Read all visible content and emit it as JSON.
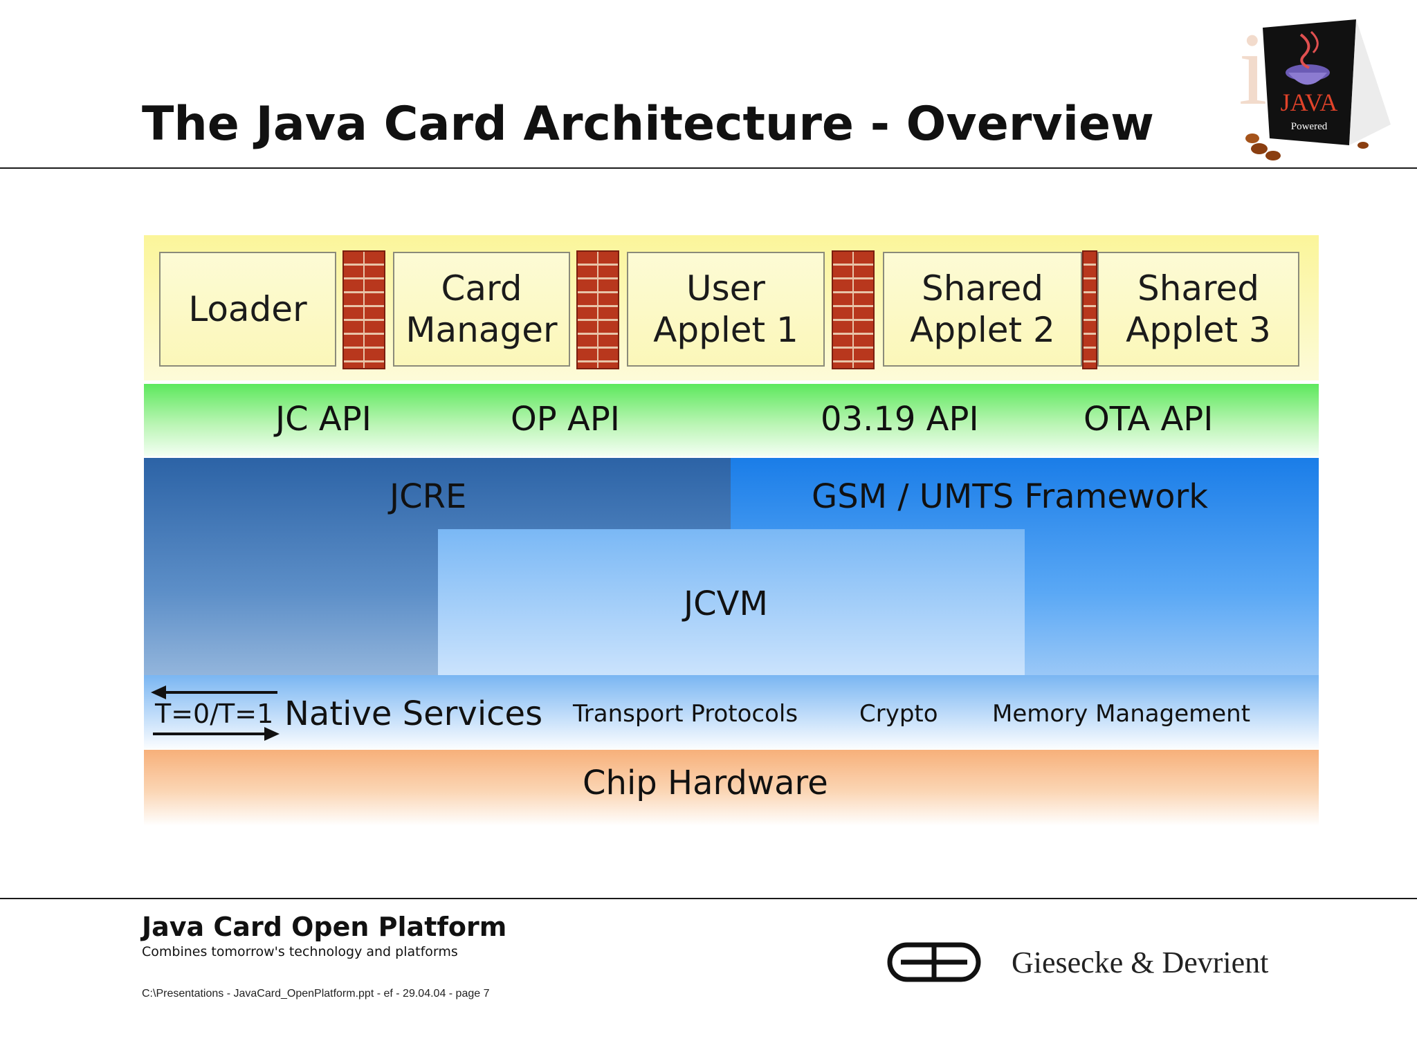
{
  "header": {
    "title": "The Java Card Architecture - Overview",
    "logo_text_main": "JAVA",
    "logo_text_sub": "Powered"
  },
  "diagram": {
    "applets": [
      "Loader",
      "Card\nManager",
      "User\nApplet 1",
      "Shared\nApplet 2",
      "Shared\nApplet 3"
    ],
    "apis": [
      "JC API",
      "OP API",
      "03.19 API",
      "OTA API"
    ],
    "runtime": {
      "jcre": "JCRE",
      "gsm": "GSM / UMTS Framework",
      "jcvm": "JCVM"
    },
    "native": {
      "protocol": "T=0/T=1",
      "title": "Native Services",
      "items": [
        "Transport Protocols",
        "Crypto",
        "Memory Management"
      ]
    },
    "hardware": "Chip Hardware"
  },
  "footer": {
    "title": "Java Card Open Platform",
    "subtitle": "Combines tomorrow's technology and platforms",
    "path": "C:\\Presentations - JavaCard_OpenPlatform.ppt - ef - 29.04.04 - page 7",
    "company": "Giesecke & Devrient"
  },
  "colors": {
    "applet_band": "#fbf59a",
    "api_band": "#5de85d",
    "jcre": "#2c63a6",
    "gsm": "#1a7de8",
    "jcvm": "#7ab8f5",
    "native": "#7ab6f2",
    "chip": "#f7b07a",
    "firewall": "#b8371d"
  }
}
